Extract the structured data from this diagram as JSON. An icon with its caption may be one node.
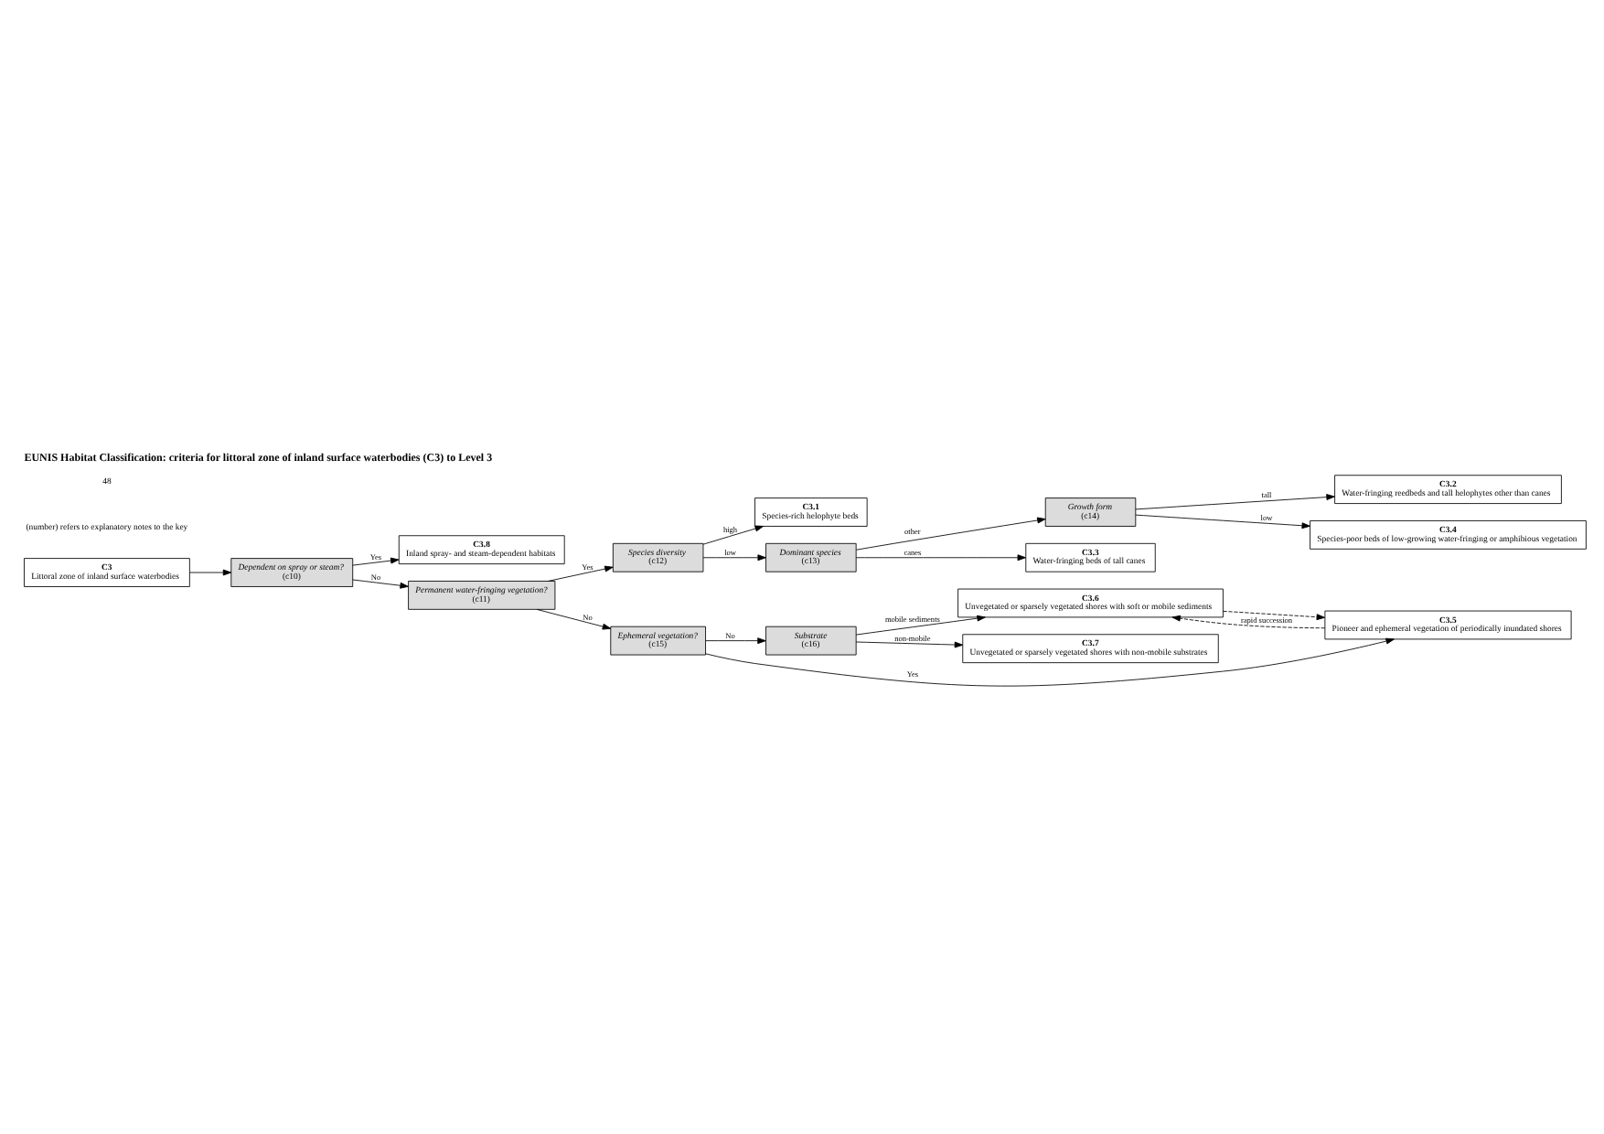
{
  "diagram": {
    "title": "EUNIS Habitat Classification: criteria for littoral zone of inland surface waterbodies (C3) to Level 3",
    "nodes": [
      {
        "text": [
          "C3",
          "Littoral zone of inland surface waterbodies"
        ]
      },
      {
        "text": [
          "C3.8",
          "Inland spray- and steam-dependent habitats"
        ]
      },
      {
        "text": [
          "Dependent on spray or steam?",
          "(c10)"
        ]
      },
      {
        "text": [
          "Permanent water-fringing vegetation?",
          "(c11)"
        ]
      },
      {
        "text": [
          "Species diversity",
          "(c12)"
        ]
      },
      {
        "text": [
          "C3.1",
          "Species-rich helophyte beds"
        ]
      },
      {
        "text": [
          "Dominant species",
          "(c13)"
        ]
      },
      {
        "text": [
          "Growth form",
          "(c14)"
        ]
      },
      {
        "text": [
          "C3.2",
          "Water-fringing reedbeds and tall helophytes other than canes"
        ]
      },
      {
        "text": [
          "C3.4",
          "Species-poor beds of low-growing water-fringing or amphibious vegetation"
        ]
      },
      {
        "text": [
          "C3.3",
          "Water-fringing beds of tall canes"
        ]
      },
      {
        "text": [
          "Ephemeral vegetation?",
          "(c15)"
        ]
      },
      {
        "text": [
          "Substrate",
          "(c16)"
        ]
      },
      {
        "text": [
          "C3.5",
          "Pioneer and ephemeral vegetation of periodically inundated shores"
        ]
      },
      {
        "text": [
          "C3.6",
          "Unvegetated or sparsely vegetated shores with soft or mobile sediments"
        ]
      },
      {
        "text": [
          "C3.7",
          "Unvegetated or sparsely vegetated shores with non-mobile substrates"
        ]
      }
    ],
    "edges": [
      {
        "from": 0,
        "to": 2,
        "arrow": "to"
      },
      {
        "from": 2,
        "to": 1,
        "arrow": "to",
        "label": "Yes"
      },
      {
        "from": 2,
        "to": 3,
        "arrow": "to",
        "label": "No"
      },
      {
        "from": 3,
        "to": 4,
        "arrow": "to",
        "label": "Yes"
      },
      {
        "from": 3,
        "to": 11,
        "arrow": "to",
        "label": "No"
      },
      {
        "from": 4,
        "to": 5,
        "arrow": "to",
        "label": "high"
      },
      {
        "from": 4,
        "to": 6,
        "arrow": "to",
        "label": "low"
      },
      {
        "from": 6,
        "to": 7,
        "arrow": "to",
        "label": "other"
      },
      {
        "from": 6,
        "to": 10,
        "arrow": "to",
        "label": "canes"
      },
      {
        "from": 7,
        "to": 8,
        "arrow": "to",
        "label": "tall"
      },
      {
        "from": 7,
        "to": 9,
        "arrow": "to",
        "label": "low"
      },
      {
        "from": 11,
        "to": 13,
        "arrow": "to",
        "label": "Yes"
      },
      {
        "from": 11,
        "to": 12,
        "arrow": "to",
        "label": "No"
      },
      {
        "from": 12,
        "to": 14,
        "arrow": "to",
        "label": "mobile sediments"
      },
      {
        "from": 12,
        "to": 15,
        "arrow": "to",
        "label": "non-mobile"
      },
      {
        "from": 13,
        "to": 14,
        "arrow": "to",
        "label": "rapid succession",
        "style": "dashed"
      },
      {
        "from": 14,
        "to": 13,
        "arrow": "to",
        "style": "dashed"
      }
    ],
    "labels": [
      "(number) refers to explanatory notes to the key",
      "48"
    ]
  }
}
